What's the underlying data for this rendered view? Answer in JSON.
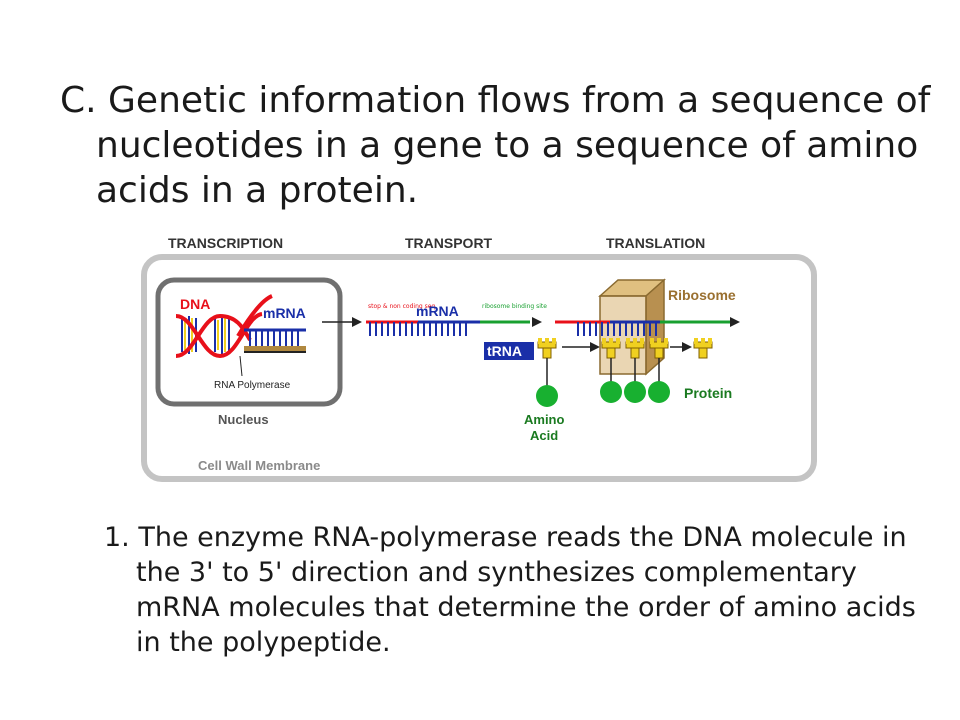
{
  "heading": "C. Genetic information flows from a sequence of nucleotides in a gene to a sequence of amino acids in a protein.",
  "diagram": {
    "stage_transcription": "TRANSCRIPTION",
    "stage_transport": "TRANSPORT",
    "stage_translation": "TRANSLATION",
    "dna": "DNA",
    "mrna_nucleus": "mRNA",
    "rna_polymerase": "RNA Polymerase",
    "nucleus": "Nucleus",
    "cell_wall": "Cell Wall Membrane",
    "splicing_note": "stop & non coding seq",
    "mrna_transport": "mRNA",
    "ribosome_site": "ribosome binding site",
    "trna": "tRNA",
    "ribosome": "Ribosome",
    "amino": "Amino",
    "acid": "Acid",
    "protein": "Protein"
  },
  "point_1": "1. The enzyme RNA-polymerase reads the DNA molecule in the 3' to 5' direction and synthesizes complementary mRNA molecules that determine the order of amino acids in the polypeptide.",
  "colors": {
    "dna_red": "#e8101a",
    "mrna_blue": "#1a2fa8",
    "trna_yellow": "#f0d020",
    "amino_green": "#18b030",
    "ribosome_tan": "#c8a058"
  }
}
